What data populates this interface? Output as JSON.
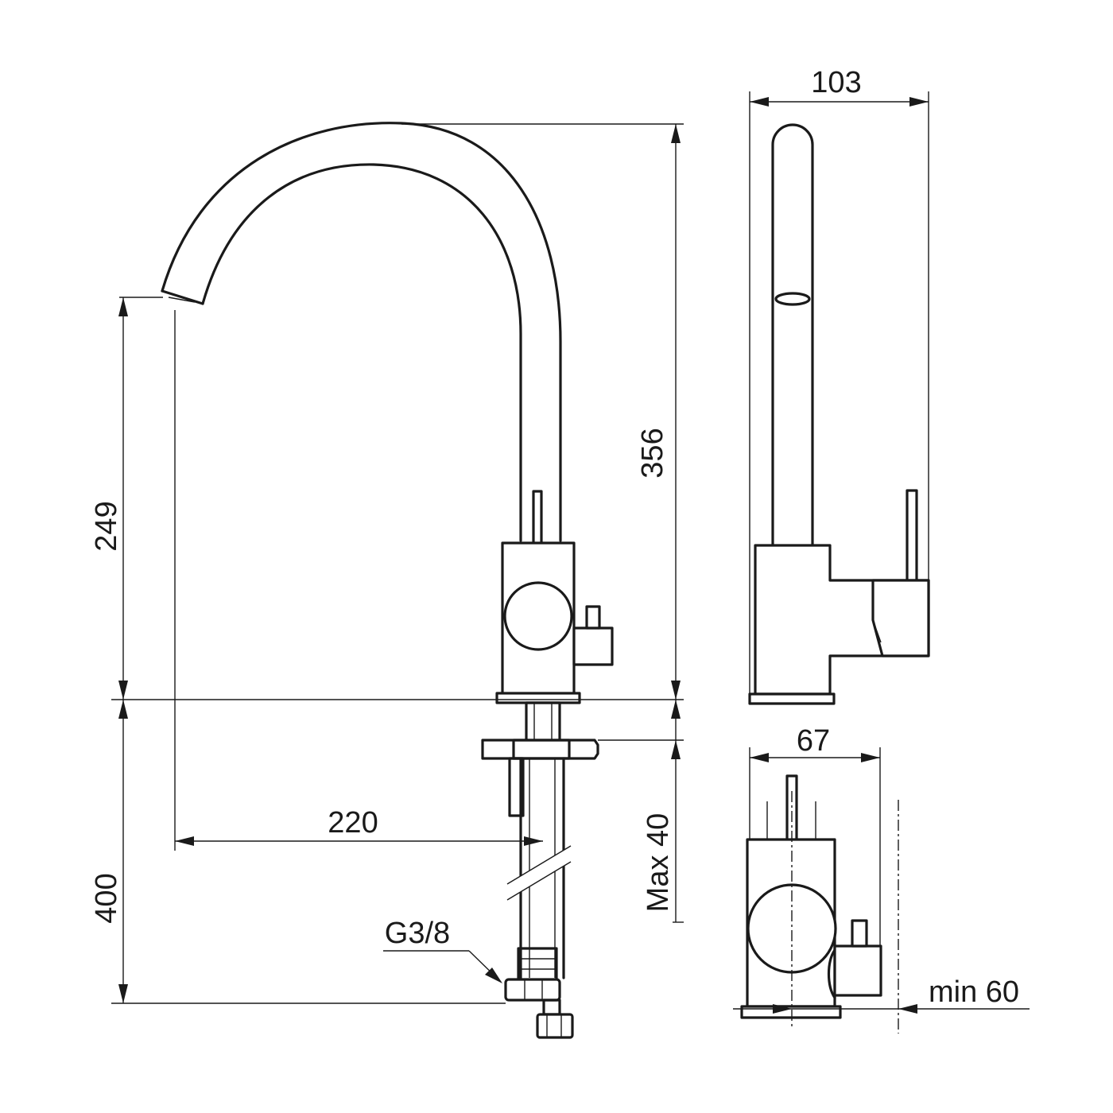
{
  "dimensions": {
    "spout_reach": "220",
    "spout_clearance": "249",
    "total_height": "356",
    "hose_length": "400",
    "max_deck_thickness": "Max 40",
    "side_width": "103",
    "base_width": "67",
    "min_wall_clearance": "min 60",
    "connection_thread": "G3/8"
  }
}
